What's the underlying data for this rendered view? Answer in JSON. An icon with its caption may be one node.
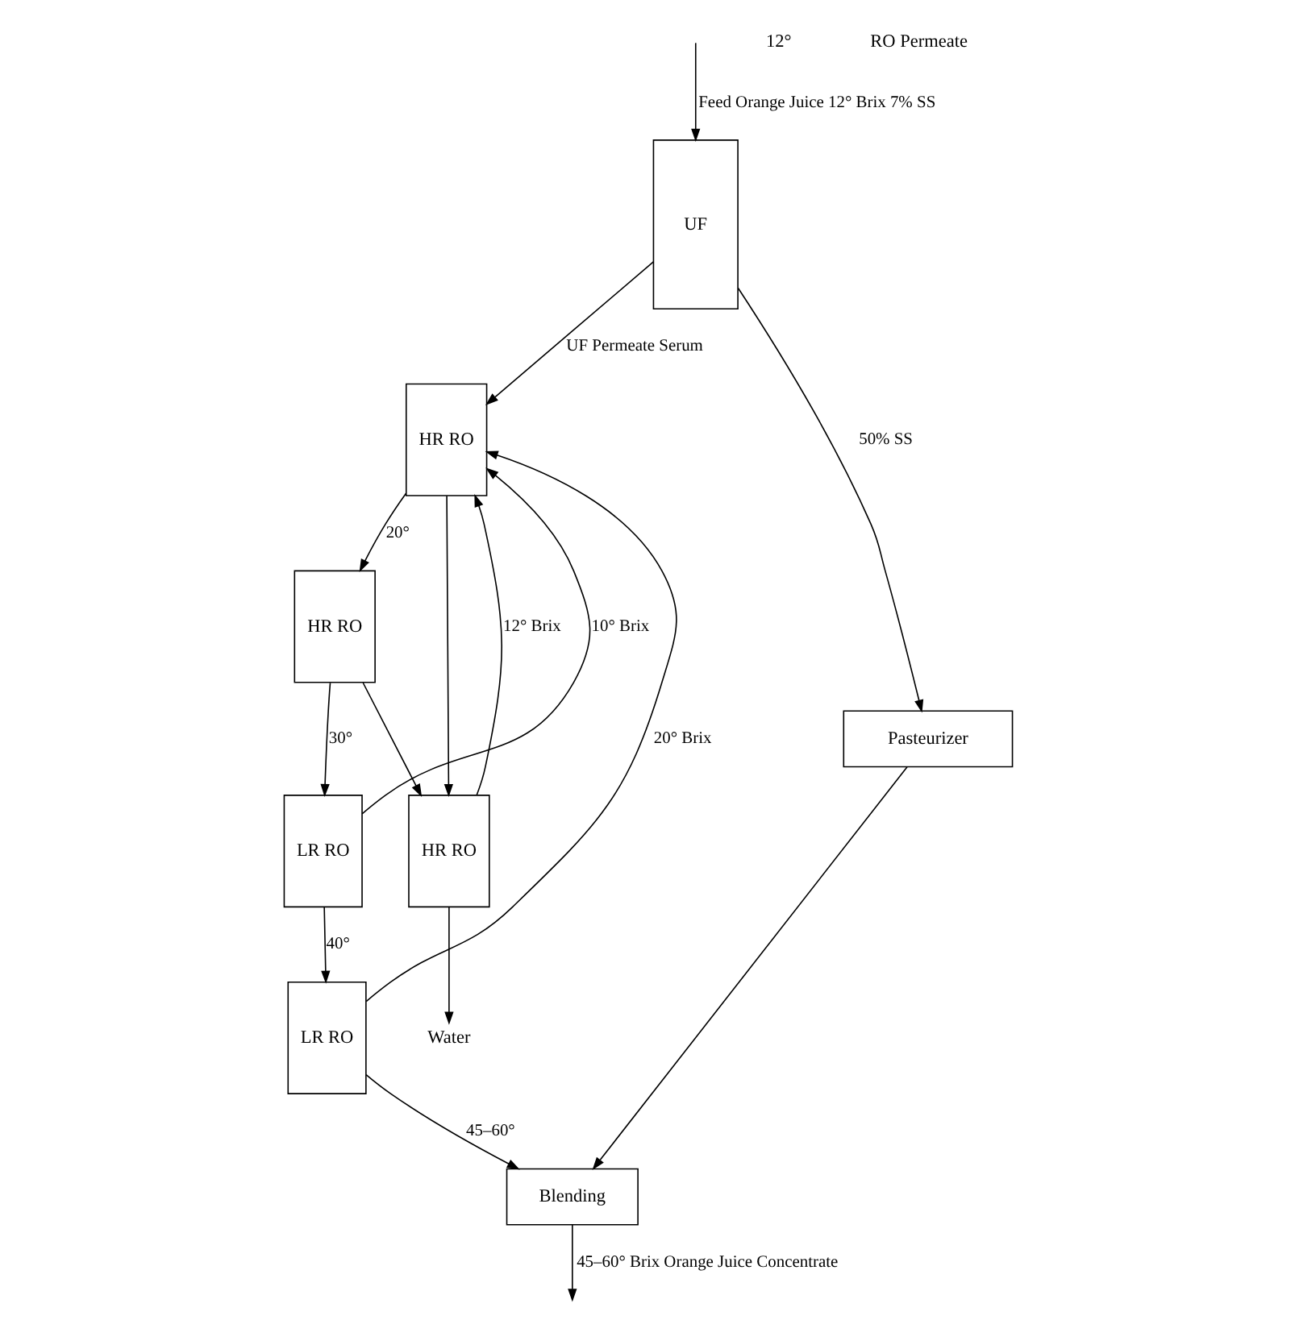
{
  "diagram": {
    "nodes": [
      {
        "text": [
          "UF"
        ]
      },
      {
        "text": [
          "HR RO"
        ]
      },
      {
        "text": [
          "HR RO"
        ]
      },
      {
        "text": [
          "HR RO"
        ]
      },
      {
        "text": [
          "LR RO"
        ]
      },
      {
        "text": [
          "LR RO"
        ]
      },
      {
        "text": [
          "Pasteurizer"
        ]
      },
      {
        "text": [
          "Blending"
        ]
      },
      {
        "text": [
          "Water"
        ]
      }
    ],
    "edges": [
      {
        "from": null,
        "to": 0,
        "arrow": "to",
        "label": "Feed Orange Juice 12° Brix 7% SS"
      },
      {
        "from": 0,
        "to": 1,
        "arrow": "to",
        "label": "UF Permeate Serum"
      },
      {
        "from": 1,
        "to": 2,
        "arrow": "to",
        "label": "20°"
      },
      {
        "from": 1,
        "to": 3,
        "arrow": "to"
      },
      {
        "from": 2,
        "to": 3,
        "arrow": "to"
      },
      {
        "from": 2,
        "to": 4,
        "arrow": "to",
        "label": "30°"
      },
      {
        "from": 4,
        "to": 5,
        "arrow": "to",
        "label": "40°"
      },
      {
        "from": 5,
        "to": 7,
        "arrow": "to",
        "label": "45–60°"
      },
      {
        "from": 0,
        "to": 6,
        "arrow": "to",
        "label": "50% SS"
      },
      {
        "from": 6,
        "to": 7,
        "arrow": "to"
      },
      {
        "from": 7,
        "to": null,
        "arrow": "to",
        "label": "45–60° Brix Orange Juice Concentrate"
      },
      {
        "from": 3,
        "to": 8,
        "arrow": "to"
      },
      {
        "from": 3,
        "to": 1,
        "arrow": "to",
        "label": "12° Brix"
      },
      {
        "from": 4,
        "to": 1,
        "arrow": "to",
        "label": "10° Brix"
      },
      {
        "from": 5,
        "to": 1,
        "arrow": "to",
        "label": "20° Brix"
      }
    ],
    "labels": [
      "12°",
      "RO Permeate"
    ]
  }
}
